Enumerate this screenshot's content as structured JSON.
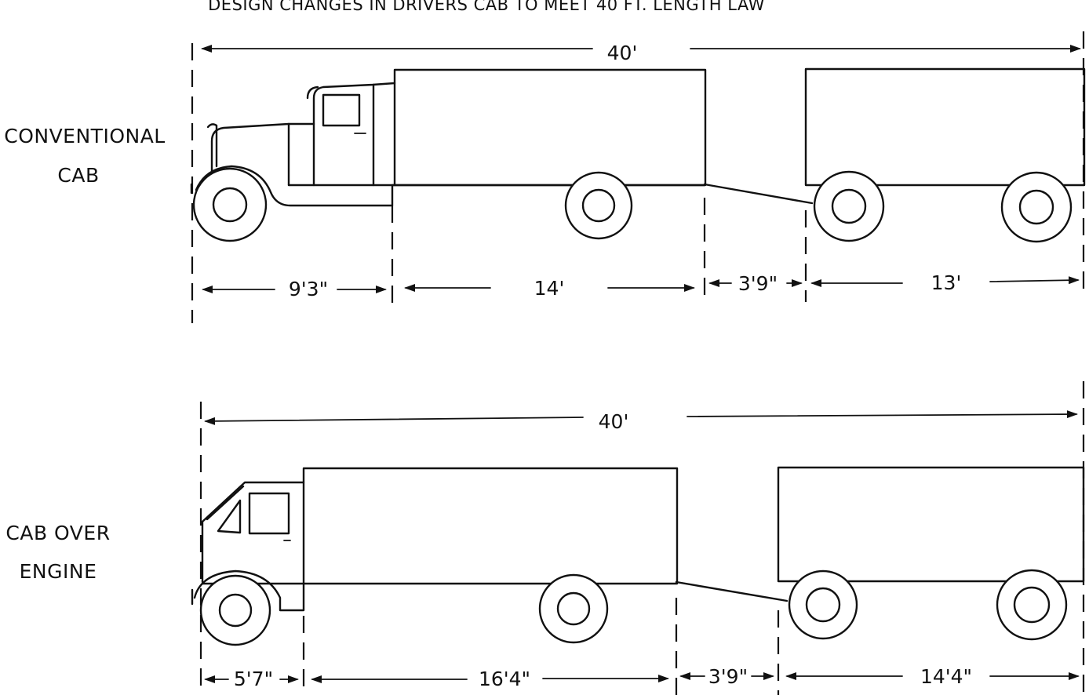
{
  "header": {
    "title": "DESIGN CHANGES IN DRIVERS CAB TO MEET 40 FT. LENGTH LAW"
  },
  "conventional": {
    "label_line1": "CONVENTIONAL",
    "label_line2": "CAB",
    "overall": "40'",
    "segments": [
      "9'3\"",
      "14'",
      "3'9\"",
      "13'"
    ]
  },
  "coe": {
    "label_line1": "CAB OVER",
    "label_line2": "ENGINE",
    "overall": "40'",
    "segments": [
      "5'7\"",
      "16'4\"",
      "3'9\"",
      "14'4\""
    ]
  }
}
